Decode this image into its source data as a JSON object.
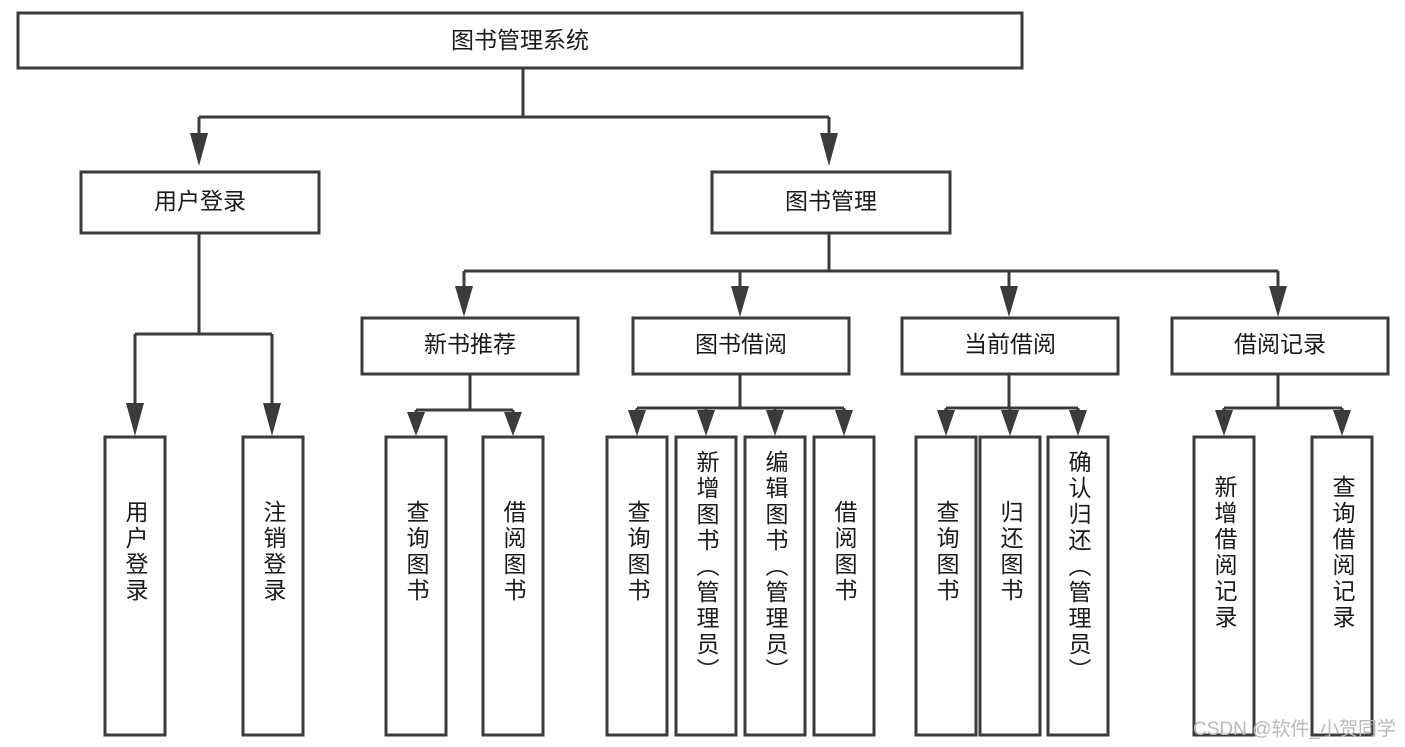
{
  "diagram": {
    "title": "图书管理系统",
    "type": "tree-hierarchy-chart",
    "root": {
      "label": "图书管理系统"
    },
    "level1": [
      {
        "label": "用户登录"
      },
      {
        "label": "图书管理"
      }
    ],
    "level2": [
      {
        "label": "新书推荐"
      },
      {
        "label": "图书借阅"
      },
      {
        "label": "当前借阅"
      },
      {
        "label": "借阅记录"
      }
    ],
    "leaves": {
      "user_login": [
        {
          "label": "用户登录"
        },
        {
          "label": "注销登录"
        }
      ],
      "new_book_recommend": [
        {
          "label": "查询图书"
        },
        {
          "label": "借阅图书"
        }
      ],
      "book_borrow": [
        {
          "label": "查询图书"
        },
        {
          "label": "新增图书（管理员）"
        },
        {
          "label": "编辑图书（管理员）"
        },
        {
          "label": "借阅图书"
        }
      ],
      "current_borrow": [
        {
          "label": "查询图书"
        },
        {
          "label": "归还图书"
        },
        {
          "label": "确认归还（管理员）"
        }
      ],
      "borrow_record": [
        {
          "label": "新增借阅记录"
        },
        {
          "label": "查询借阅记录"
        }
      ]
    }
  },
  "watermark": {
    "text": "CSDN @软件_小贺同学"
  },
  "colors": {
    "stroke": "#3b3b3b",
    "box_fill": "#ffffff",
    "text": "#1a1a1a",
    "watermark": "#b9b9b9",
    "background": "#ffffff"
  }
}
